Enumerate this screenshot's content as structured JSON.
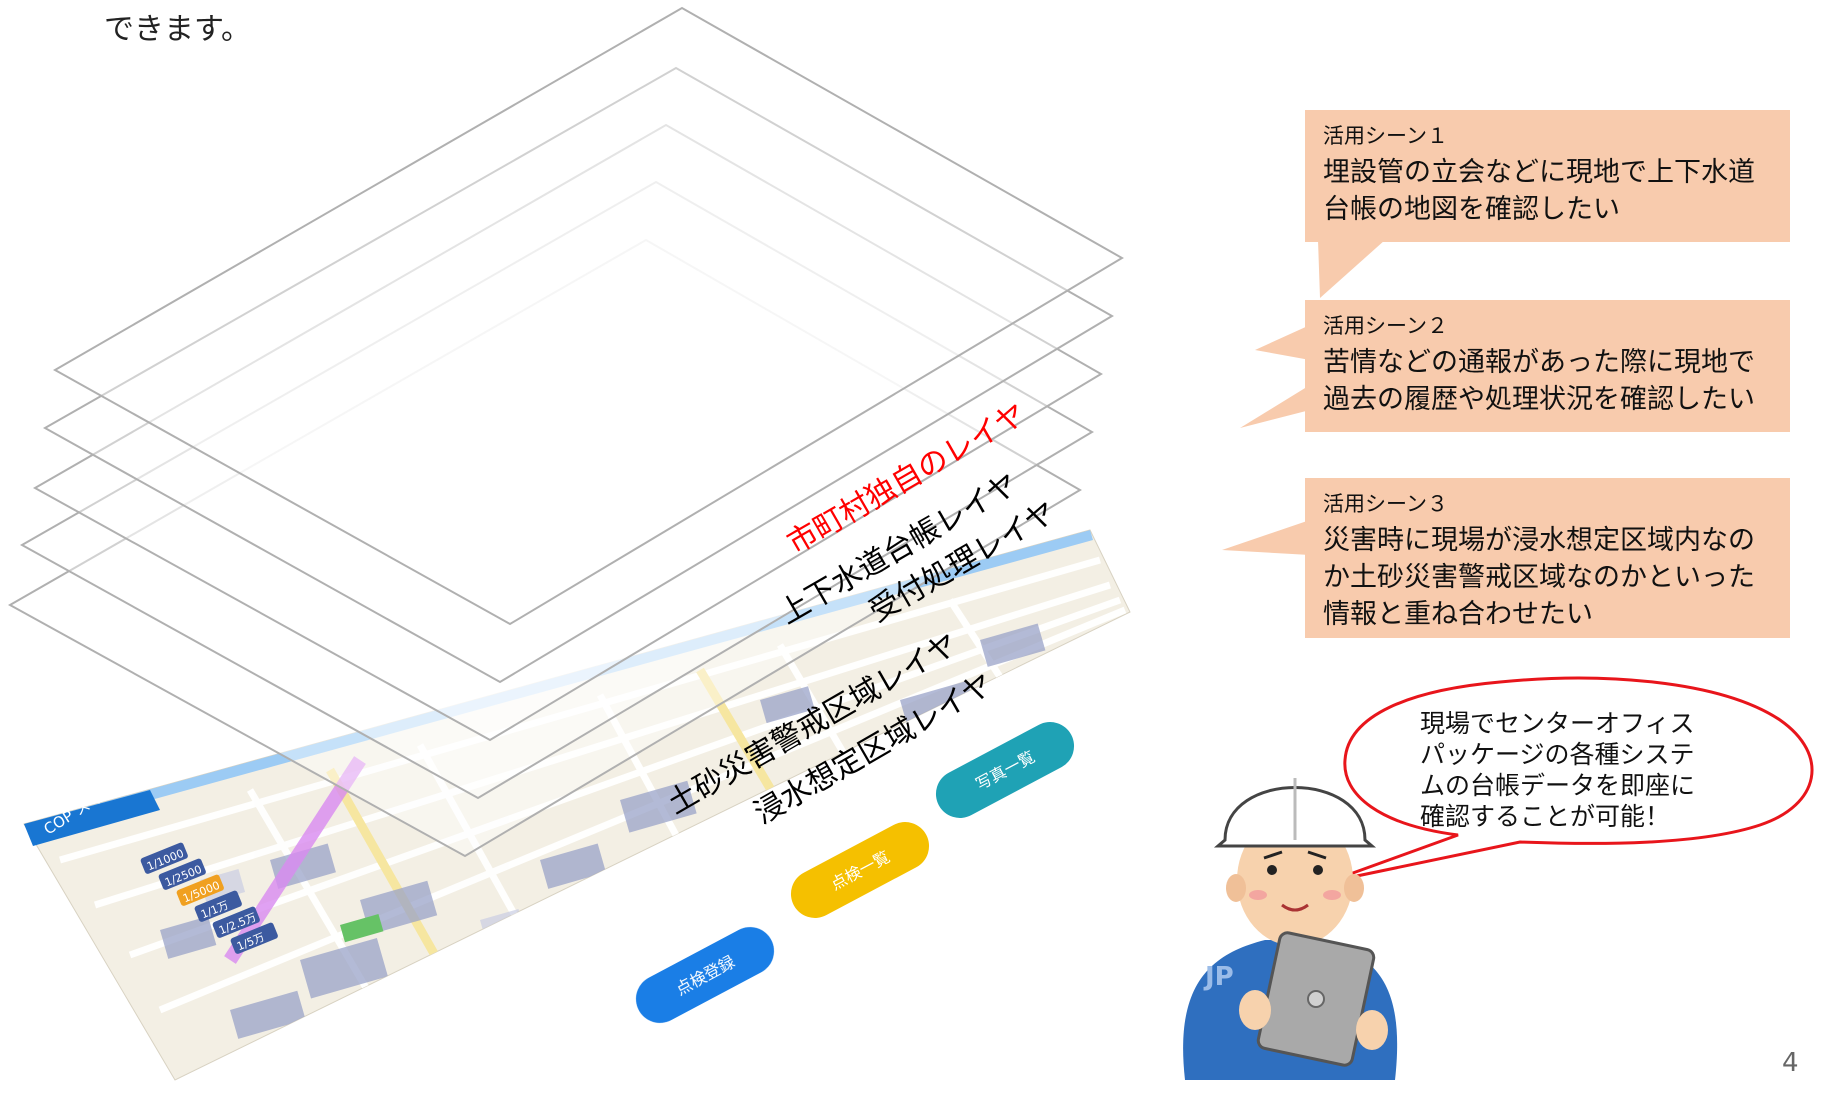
{
  "intro_text": "できます。",
  "layers": [
    {
      "label": "市町村独自のレイヤ",
      "color": "#ff0000"
    },
    {
      "label": "上下水道台帳レイヤ",
      "color": "#000000"
    },
    {
      "label": "受付処理レイヤ",
      "color": "#000000"
    },
    {
      "label": "土砂災害警戒区域レイヤ",
      "color": "#000000"
    },
    {
      "label": "浸水想定区域レイヤ",
      "color": "#000000"
    }
  ],
  "map_app": {
    "title": "COP スマパト",
    "scales": [
      "1/1000",
      "1/2500",
      "1/5000",
      "1/1万",
      "1/2.5万",
      "1/5万"
    ],
    "buttons": [
      {
        "label": "写真一覧",
        "color": "#1fa2b5"
      },
      {
        "label": "点検一覧",
        "color": "#f5c000"
      },
      {
        "label": "点検登録",
        "color": "#1a7ee6"
      }
    ]
  },
  "scenes": [
    {
      "title": "活用シーン１",
      "lines": [
        "埋設管の立会などに現地で上下水道",
        "台帳の地図を確認したい"
      ]
    },
    {
      "title": "活用シーン２",
      "lines": [
        "苦情などの通報があった際に現地で",
        "過去の履歴や処理状況を確認したい"
      ]
    },
    {
      "title": "活用シーン３",
      "lines": [
        "災害時に現場が浸水想定区域内なの",
        "か土砂災害警戒区域なのかといった",
        "情報と重ね合わせたい"
      ]
    }
  ],
  "speech": [
    "現場でセンターオフィス",
    "パッケージの各種システ",
    "ムの台帳データを即座に",
    "確認することが可能！"
  ],
  "page_number": "4",
  "colors": {
    "callout_bg": "#f8cbad",
    "speech_border": "#e8151b",
    "plane_stroke": "#b0b0b0"
  }
}
